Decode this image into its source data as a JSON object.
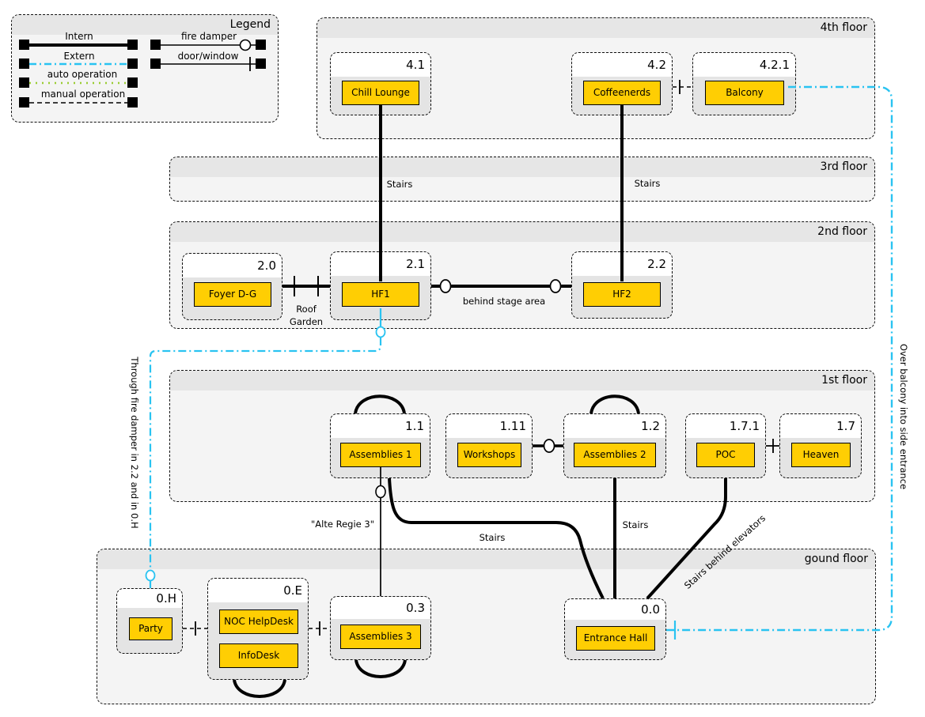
{
  "legend": {
    "title": "Legend",
    "items": [
      {
        "label": "Intern",
        "style": "thick-black-solid"
      },
      {
        "label": "Extern",
        "style": "cyan-dash-dot"
      },
      {
        "label": "auto operation",
        "style": "green-dotted"
      },
      {
        "label": "manual operation",
        "style": "black-dashed"
      },
      {
        "label": "fire damper",
        "style": "thin-line-white-circle"
      },
      {
        "label": "door/window",
        "style": "thin-line-tick"
      }
    ]
  },
  "floors": [
    {
      "label": "4th floor",
      "rooms": [
        {
          "number": "4.1",
          "nodes": [
            "Chill Lounge"
          ]
        },
        {
          "number": "4.2",
          "nodes": [
            "Coffeenerds"
          ]
        },
        {
          "number": "4.2.1",
          "nodes": [
            "Balcony"
          ]
        }
      ]
    },
    {
      "label": "3rd floor",
      "rooms": []
    },
    {
      "label": "2nd floor",
      "rooms": [
        {
          "number": "2.0",
          "nodes": [
            "Foyer D-G"
          ]
        },
        {
          "number": "2.1",
          "nodes": [
            "HF1"
          ]
        },
        {
          "number": "2.2",
          "nodes": [
            "HF2"
          ]
        }
      ]
    },
    {
      "label": "1st floor",
      "rooms": [
        {
          "number": "1.1",
          "nodes": [
            "Assemblies 1"
          ]
        },
        {
          "number": "1.11",
          "nodes": [
            "Workshops"
          ]
        },
        {
          "number": "1.2",
          "nodes": [
            "Assemblies 2"
          ]
        },
        {
          "number": "1.7.1",
          "nodes": [
            "POC"
          ]
        },
        {
          "number": "1.7",
          "nodes": [
            "Heaven"
          ]
        }
      ]
    },
    {
      "label": "gound floor",
      "rooms": [
        {
          "number": "0.H",
          "nodes": [
            "Party"
          ]
        },
        {
          "number": "0.E",
          "nodes": [
            "NOC HelpDesk",
            "InfoDesk"
          ]
        },
        {
          "number": "0.3",
          "nodes": [
            "Assemblies 3"
          ]
        },
        {
          "number": "0.0",
          "nodes": [
            "Entrance Hall"
          ]
        }
      ]
    }
  ],
  "edge_labels": {
    "stairs_4_1": "Stairs",
    "stairs_4_2": "Stairs",
    "roof_garden": "Roof Garden",
    "behind_stage_area": "behind stage area",
    "alte_regie_3": "\"Alte Regie 3\"",
    "stairs_1_1": "Stairs",
    "stairs_1_2": "Stairs",
    "stairs_behind_elevators": "Stairs behind elevators",
    "through_fire_damper": "Through fire damper in 2.2 and in 0.H",
    "over_balcony": "Over balcony into side entrance"
  },
  "colors": {
    "room_node_fill": "#FFCE03",
    "extern_line": "#29C3F1",
    "auto_operation_line": "#9ACD32",
    "floor_fill": "#f4f4f4",
    "floor_header_fill": "#e6e6e6",
    "room_body_fill": "#e4e4e4"
  }
}
